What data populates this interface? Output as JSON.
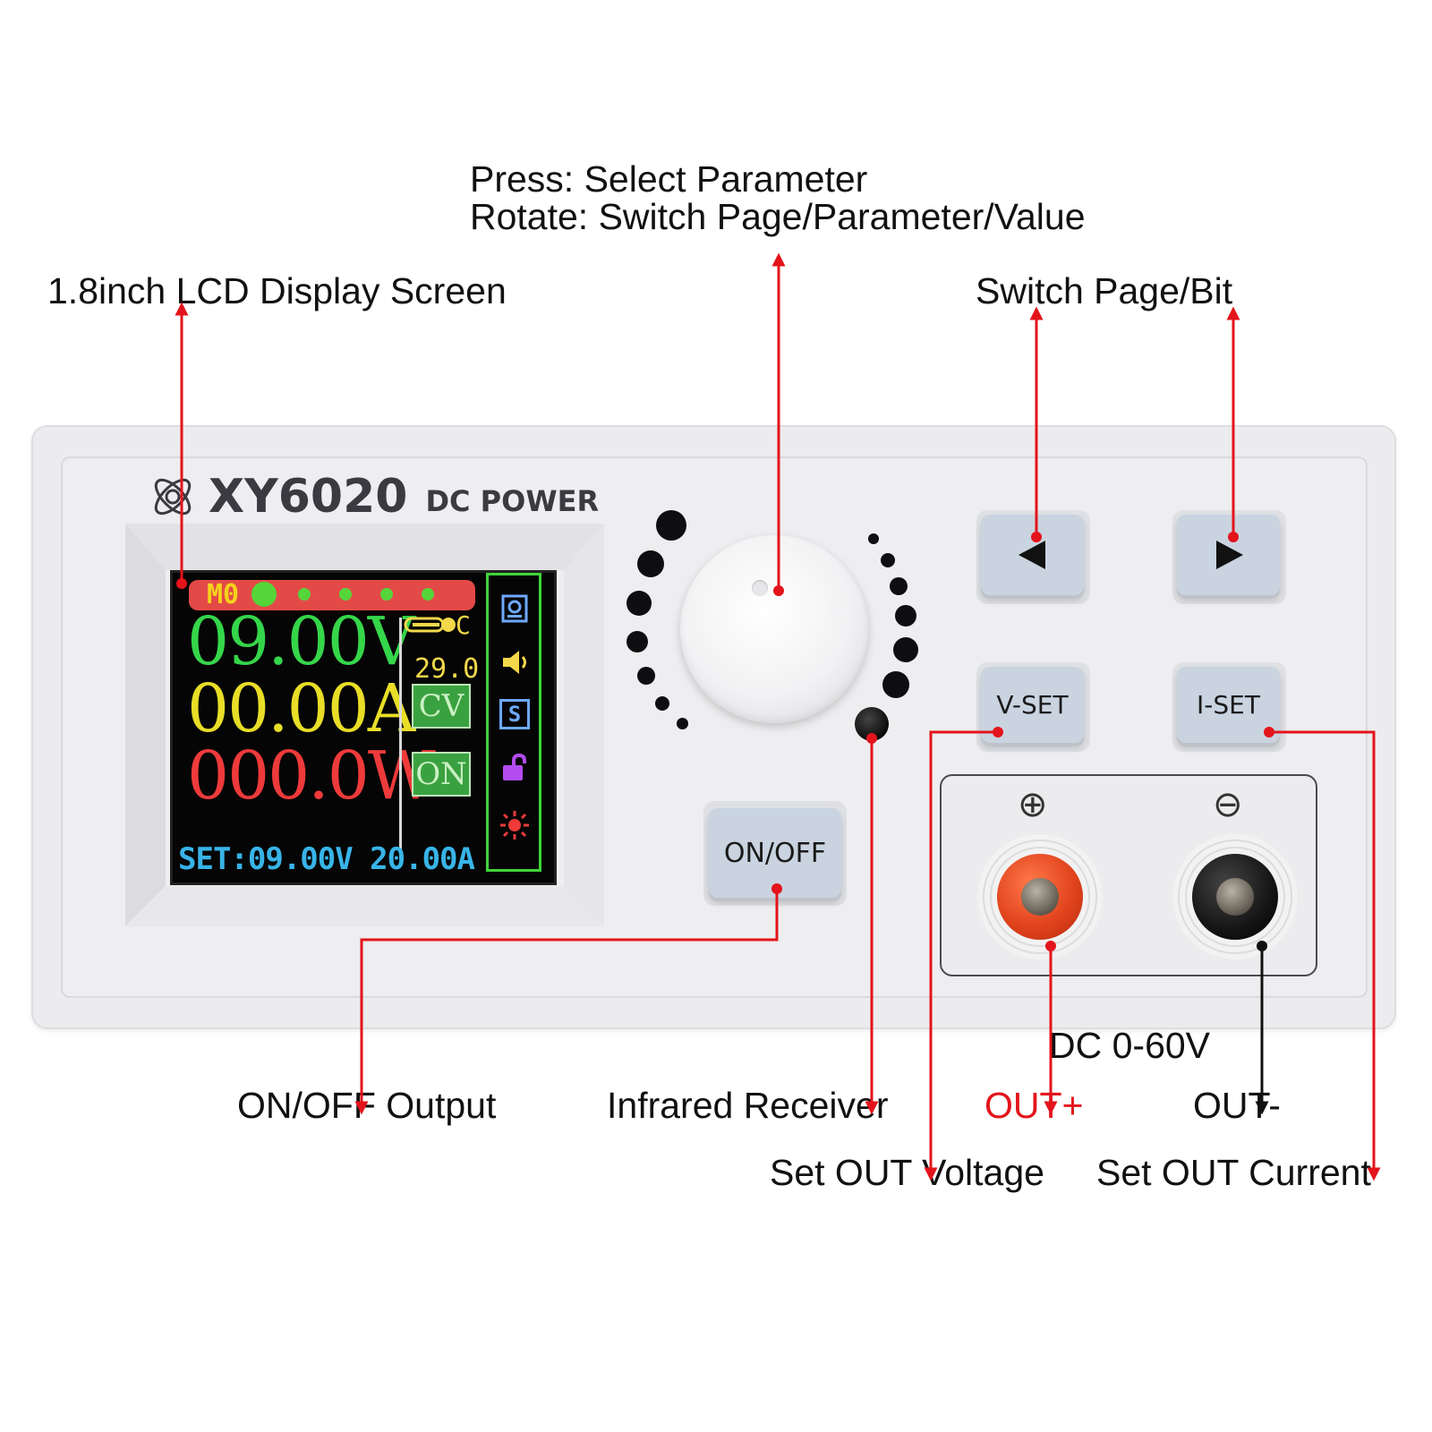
{
  "callouts": {
    "knob_press": "Press: Select Parameter",
    "knob_rotate": "Rotate: Switch Page/Parameter/Value",
    "lcd": "1.8inch LCD Display Screen",
    "switch_page": "Switch Page/Bit",
    "onoff_output": "ON/OFF Output",
    "infrared": "Infrared Receiver",
    "out_plus": "OUT+",
    "out_minus": "OUT-",
    "dc_range": "DC 0-60V",
    "set_voltage": "Set OUT Voltage",
    "set_current": "Set OUT Current"
  },
  "device": {
    "model": "XY6020",
    "type": "DC POWER"
  },
  "lcd": {
    "mode": "M0",
    "voltage": "09.00V",
    "current": "00.00A",
    "power": "000.0W",
    "temp_unit": "C",
    "temp_value": "29.0",
    "cv_badge": "CV",
    "on_badge": "ON",
    "set_line": "SET:09.00V 20.00A",
    "side_s": "S",
    "colors": {
      "voltage": "#35d64a",
      "current": "#e8de27",
      "power": "#ee3a3a",
      "set": "#38b4e8",
      "frame": "#3fd53a"
    }
  },
  "buttons": {
    "onoff": "ON/OFF",
    "vset": "V-SET",
    "iset": "I-SET",
    "left_icon": "left-arrow-icon",
    "right_icon": "right-arrow-icon"
  },
  "terminals": {
    "plus_symbol": "⊕",
    "minus_symbol": "⊖"
  },
  "colors": {
    "pointer": "#e3141b",
    "pointer_black": "#111111"
  }
}
